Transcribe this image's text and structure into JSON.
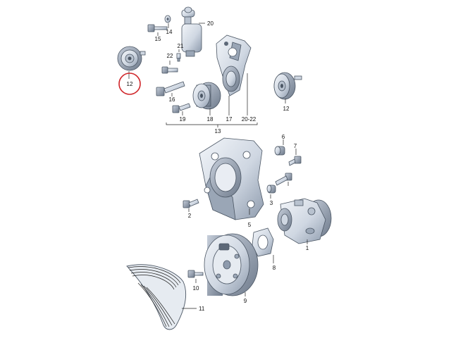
{
  "diagram": {
    "colors": {
      "part_fill": "#dfe5ed",
      "part_shade": "#9aa6b6",
      "part_dark": "#5d6878",
      "line": "#222222",
      "highlight": "#d0262a"
    },
    "callouts": {
      "p1": "1",
      "p2": "2",
      "p3": "3",
      "p5": "5",
      "p6": "6",
      "p7": "7",
      "p8": "8",
      "p9": "9",
      "p10": "10",
      "p11": "11",
      "p12_left": "12",
      "p12_right": "12",
      "p13": "13",
      "p14": "14",
      "p15": "15",
      "p16": "16",
      "p17": "17",
      "p18": "18",
      "p19": "19",
      "p20": "20",
      "p20_22": "20-22",
      "p21": "21",
      "p22": "22"
    },
    "highlighted_callout": "12"
  }
}
